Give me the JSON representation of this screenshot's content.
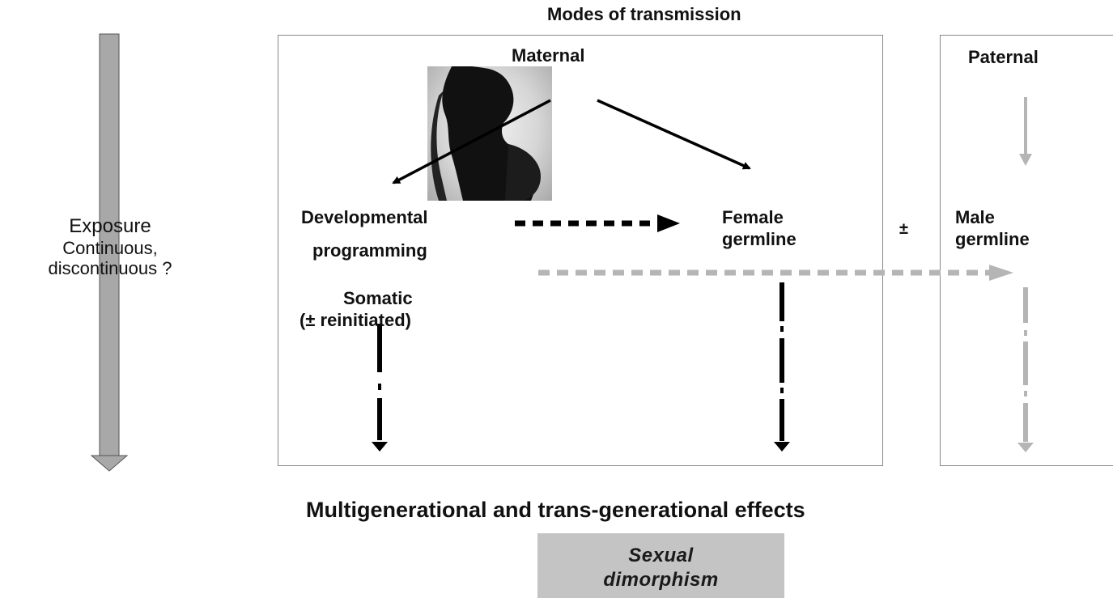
{
  "title": "Modes of transmission",
  "exposure": {
    "line1": "Exposure",
    "line2": "Continuous,",
    "line3": "discontinuous ?"
  },
  "maternal": {
    "label": "Maternal",
    "developmental_line1": "Developmental",
    "developmental_line2": "programming",
    "female_line1": "Female",
    "female_line2": "germline",
    "somatic_line1": "Somatic",
    "somatic_line2": "(± reinitiated)"
  },
  "plus_minus": "±",
  "paternal": {
    "label": "Paternal",
    "male_line1": "Male",
    "male_line2": "germline"
  },
  "effects_title": "Multigenerational and trans-generational effects",
  "sexual_box": {
    "line1": "Sexual",
    "line2": "dimorphism"
  },
  "colors": {
    "black_arrow": "#000000",
    "gray_arrow": "#b5b5b5",
    "exposure_arrow": "#a8a8a8",
    "sexual_box_bg": "#c4c4c4"
  },
  "icons": {
    "silhouette": "pregnant-woman-silhouette-icon"
  }
}
